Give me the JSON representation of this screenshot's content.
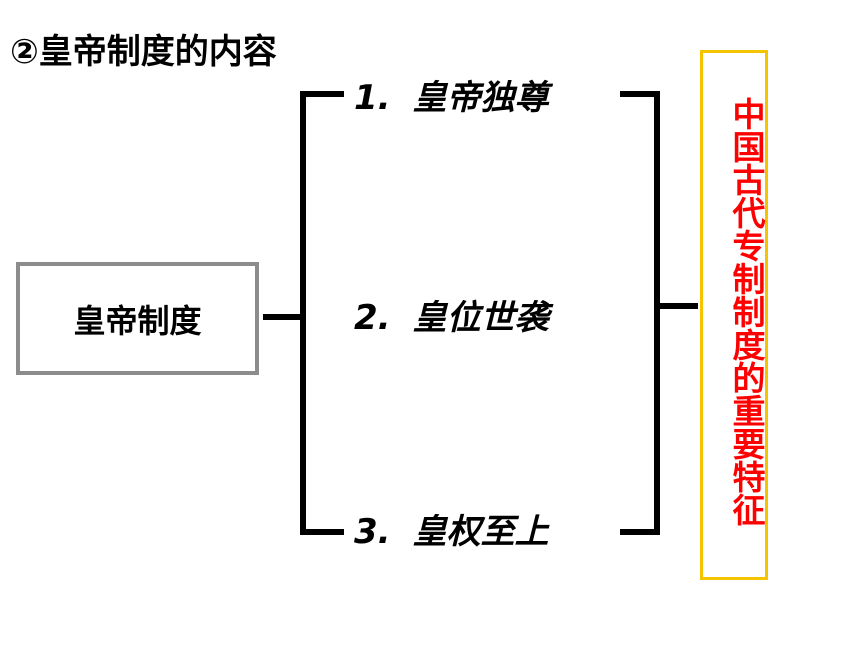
{
  "heading": "②皇帝制度的内容",
  "main_box": {
    "label": "皇帝制度"
  },
  "items": [
    {
      "number": "1.",
      "label": "皇帝独尊"
    },
    {
      "number": "2.",
      "label": "皇位世袭"
    },
    {
      "number": "3.",
      "label": "皇权至上"
    }
  ],
  "feature": {
    "label": "中国古代专制制度的重要特征"
  },
  "colors": {
    "box_border": "#8c8c8c",
    "feature_border": "#f5c400",
    "feature_text": "#ff0000",
    "lines": "#000000"
  }
}
